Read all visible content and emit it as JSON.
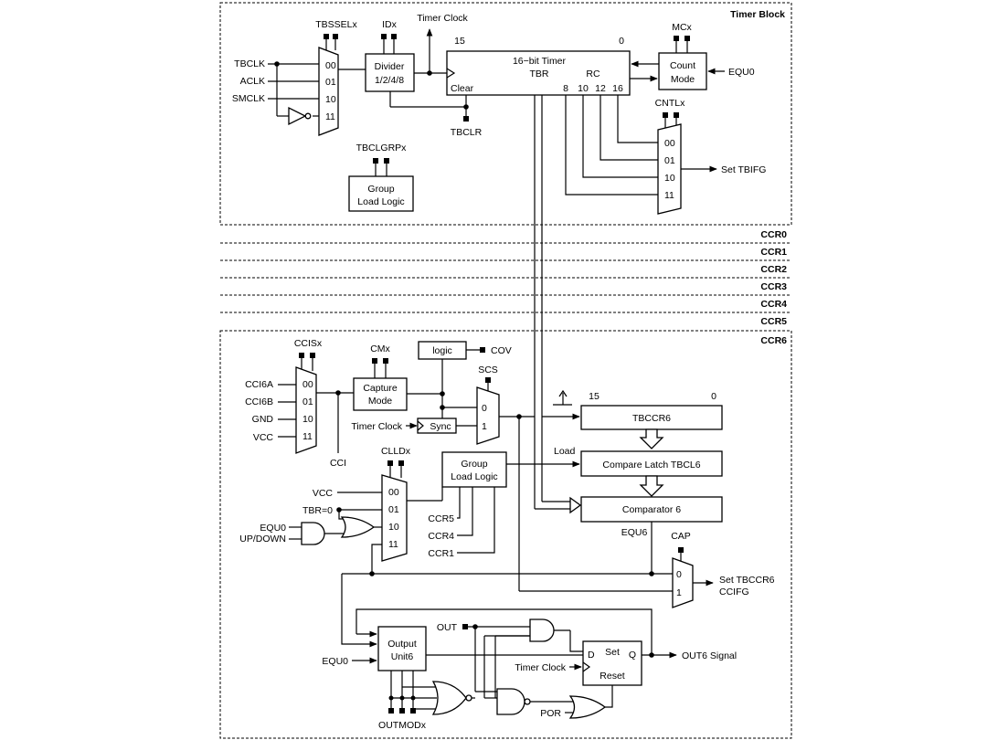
{
  "timer_block": {
    "title": "Timer Block",
    "tbssel": "TBSSELx",
    "tbclk": "TBCLK",
    "aclk": "ACLK",
    "smclk": "SMCLK",
    "mux_in": [
      "00",
      "01",
      "10",
      "11"
    ],
    "idx": "IDx",
    "divider_l1": "Divider",
    "divider_l2": "1/2/4/8",
    "timer_clock": "Timer Clock",
    "tbr_l1": "16−bit Timer",
    "tbr_l2": "TBR",
    "rc": "RC",
    "clear": "Clear",
    "bit15": "15",
    "bit0": "0",
    "bits": [
      "8",
      "10",
      "12",
      "16"
    ],
    "tbclr": "TBCLR",
    "mcx": "MCx",
    "count_l1": "Count",
    "count_l2": "Mode",
    "equ0": "EQU0",
    "cntl": "CNTLx",
    "set_tbifg": "Set TBIFG",
    "tbclgrp": "TBCLGRPx",
    "group_l1": "Group",
    "group_l2": "Load Logic"
  },
  "ccr_labels": [
    "CCR0",
    "CCR1",
    "CCR2",
    "CCR3",
    "CCR4",
    "CCR5"
  ],
  "ccr6": {
    "title": "CCR6",
    "ccis": "CCISx",
    "cci6a": "CCI6A",
    "cci6b": "CCI6B",
    "gnd": "GND",
    "vcc": "VCC",
    "cci": "CCI",
    "mux_in": [
      "00",
      "01",
      "10",
      "11"
    ],
    "cmx": "CMx",
    "capture_l1": "Capture",
    "capture_l2": "Mode",
    "logic": "logic",
    "cov": "COV",
    "scs": "SCS",
    "timer_clock": "Timer Clock",
    "sync": "Sync",
    "scs_in": [
      "0",
      "1"
    ],
    "bit15": "15",
    "bit0": "0",
    "tbccr6": "TBCCR6",
    "load": "Load",
    "compare_latch": "Compare Latch TBCL6",
    "group_l1": "Group",
    "group_l2": "Load Logic",
    "clld": "CLLDx",
    "vcc2": "VCC",
    "tbr0": "TBR=0",
    "equ0": "EQU0",
    "updown": "UP/DOWN",
    "ccr5": "CCR5",
    "ccr4": "CCR4",
    "ccr1": "CCR1",
    "comparator": "Comparator 6",
    "equ6": "EQU6",
    "cap": "CAP",
    "cap_in": [
      "0",
      "1"
    ],
    "set_tbccr6": "Set TBCCR6",
    "ccifg": "CCIFG",
    "out": "OUT",
    "output_l1": "Output",
    "output_l2": "Unit6",
    "equ0_b": "EQU0",
    "ff_d": "D",
    "ff_set": "Set",
    "ff_q": "Q",
    "ff_reset": "Reset",
    "timer_clock2": "Timer Clock",
    "out6_signal": "OUT6 Signal",
    "por": "POR",
    "outmod": "OUTMODx"
  }
}
